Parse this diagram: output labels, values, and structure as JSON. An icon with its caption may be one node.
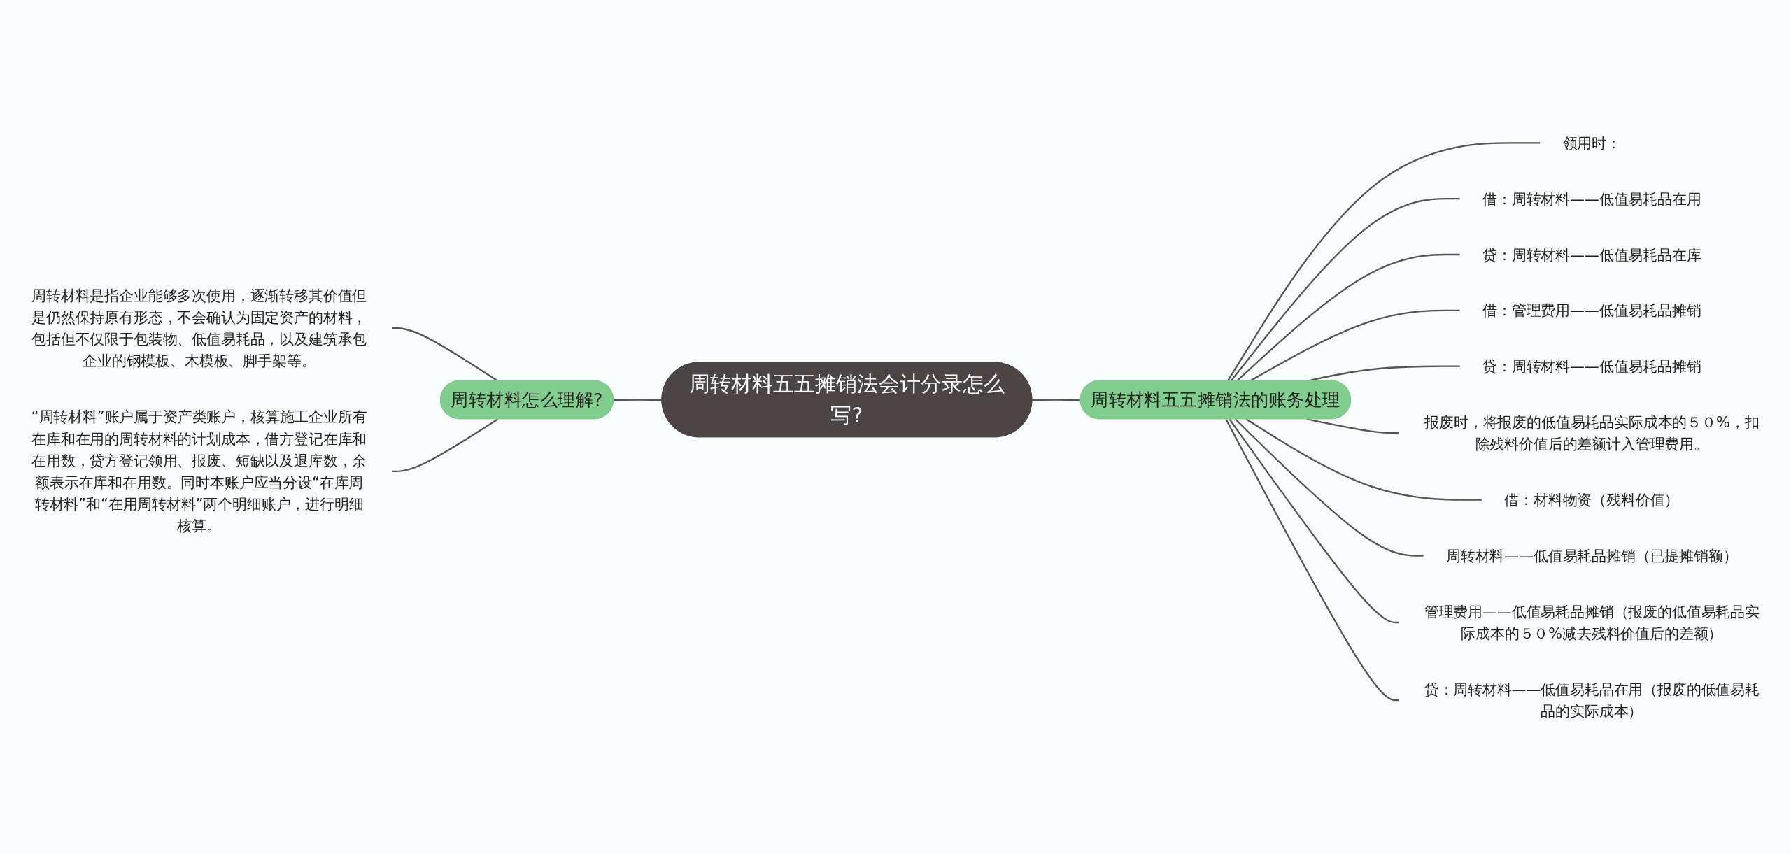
{
  "diagram": {
    "nodes": [
      {
        "text": [
          "周转材料五五摊销法会计分录怎么写?"
        ]
      },
      {
        "text": [
          "周转材料怎么理解?"
        ]
      },
      {
        "text": [
          "周转材料是指企业能够多次使用，逐渐转移其价值但是仍然保持原有形态，不会确认为固定资产的材料，包括但不仅限于包装物、低值易耗品，以及建筑承包企业的钢模板、木模板、脚手架等。"
        ]
      },
      {
        "text": [
          "“周转材料”账户属于资产类账户，核算施工企业所有在库和在用的周转材料的计划成本，借方登记在库和在用数，贷方登记领用、报废、短缺以及退库数，余额表示在库和在用数。同时本账户应当分设“在库周转材料”和“在用周转材料”两个明细账户，进行明细核算。"
        ]
      },
      {
        "text": [
          "周转材料五五摊销法的账务处理"
        ]
      },
      {
        "text": [
          "领用时："
        ]
      },
      {
        "text": [
          "借：周转材料——低值易耗品在用"
        ]
      },
      {
        "text": [
          "贷：周转材料——低值易耗品在库"
        ]
      },
      {
        "text": [
          "借：管理费用——低值易耗品摊销"
        ]
      },
      {
        "text": [
          "贷：周转材料——低值易耗品摊销"
        ]
      },
      {
        "text": [
          "报废时，将报废的低值易耗品实际成本的５０%，扣除残料价值后的差额计入管理费用。"
        ]
      },
      {
        "text": [
          "借：材料物资（残料价值）"
        ]
      },
      {
        "text": [
          "周转材料——低值易耗品摊销（已提摊销额）"
        ]
      },
      {
        "text": [
          "管理费用——低值易耗品摊销（报废的低值易耗品实际成本的５０%减去残料价值后的差额）"
        ]
      },
      {
        "text": [
          "贷：周转材料——低值易耗品在用（报废的低值易耗品的实际成本）"
        ]
      }
    ],
    "edges": [
      {
        "from": 1,
        "to": 0,
        "arrow": "none"
      },
      {
        "from": 2,
        "to": 1,
        "arrow": "none"
      },
      {
        "from": 3,
        "to": 1,
        "arrow": "none"
      },
      {
        "from": 0,
        "to": 4,
        "arrow": "none"
      },
      {
        "from": 4,
        "to": 5,
        "arrow": "none"
      },
      {
        "from": 4,
        "to": 6,
        "arrow": "none"
      },
      {
        "from": 4,
        "to": 7,
        "arrow": "none"
      },
      {
        "from": 4,
        "to": 8,
        "arrow": "none"
      },
      {
        "from": 4,
        "to": 9,
        "arrow": "none"
      },
      {
        "from": 4,
        "to": 10,
        "arrow": "none"
      },
      {
        "from": 4,
        "to": 11,
        "arrow": "none"
      },
      {
        "from": 4,
        "to": 12,
        "arrow": "none"
      },
      {
        "from": 4,
        "to": 13,
        "arrow": "none"
      },
      {
        "from": 4,
        "to": 14,
        "arrow": "none"
      }
    ]
  }
}
